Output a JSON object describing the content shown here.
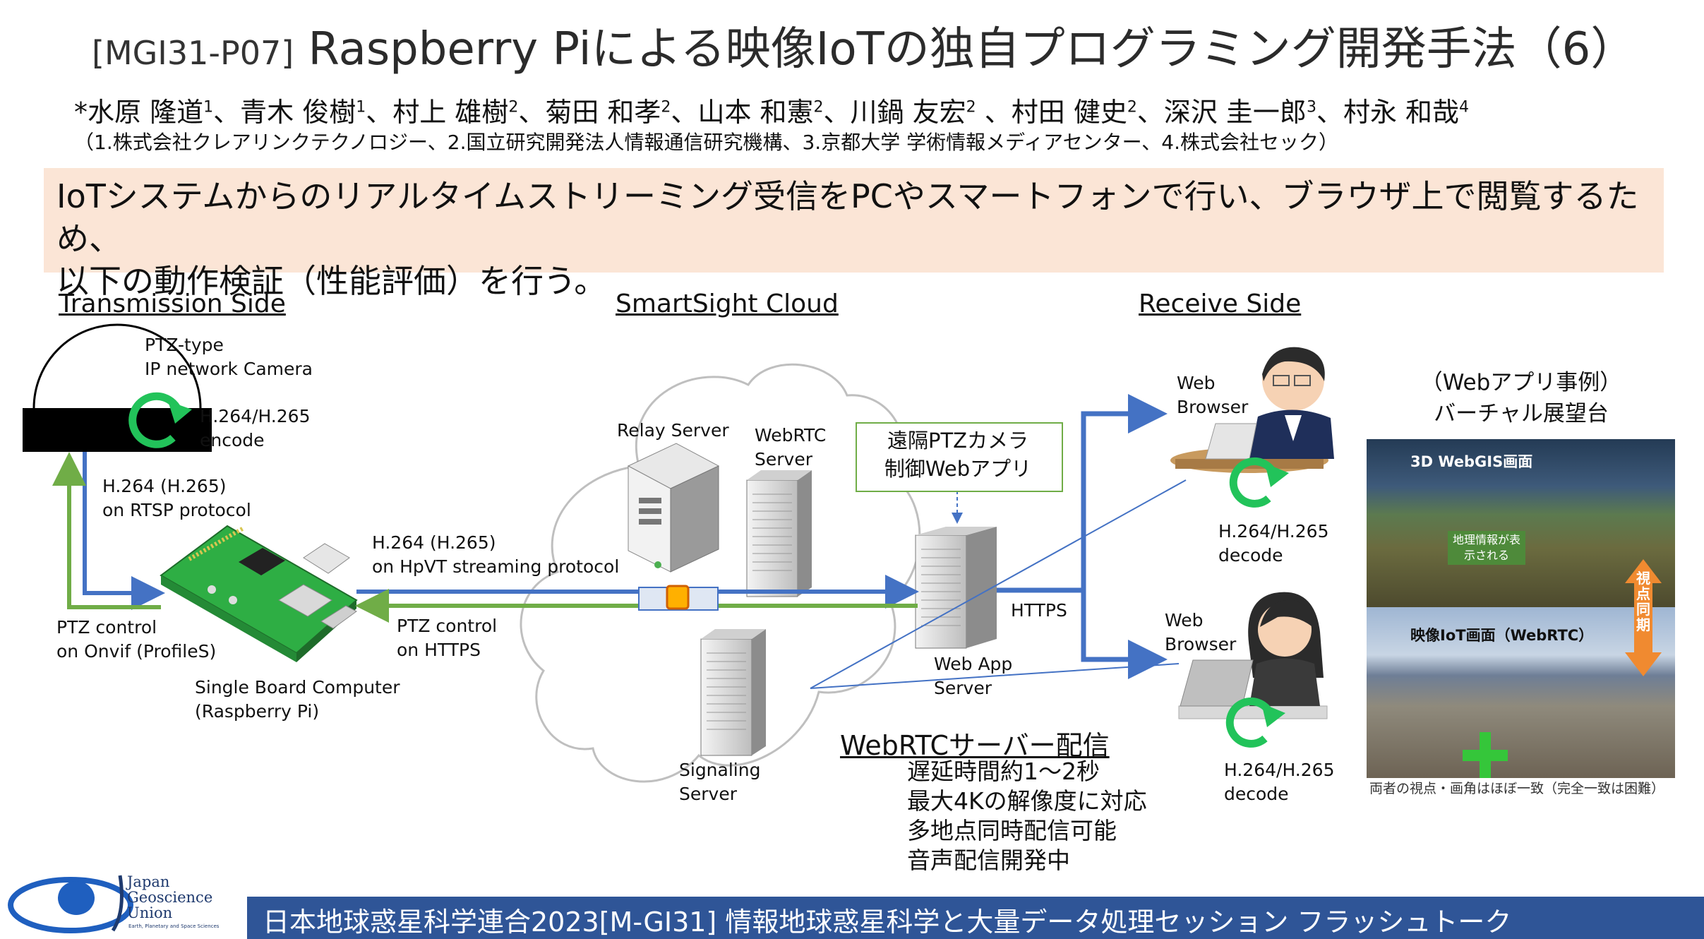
{
  "header": {
    "code": "[MGI31-P07]",
    "title": "Raspberry Piによる映像IoTの独自プログラミング開発手法（6）"
  },
  "authors": [
    {
      "name": "*水原 隆道",
      "sup": "1",
      "sep": "、"
    },
    {
      "name": "青木 俊樹",
      "sup": "1",
      "sep": "、"
    },
    {
      "name": "村上 雄樹",
      "sup": "2",
      "sep": "、"
    },
    {
      "name": "菊田 和孝",
      "sup": "2",
      "sep": "、"
    },
    {
      "name": "山本 和憲",
      "sup": "2",
      "sep": "、"
    },
    {
      "name": "川鍋 友宏",
      "sup": "2",
      "sep": " 、"
    },
    {
      "name": "村田 健史",
      "sup": "2",
      "sep": "、"
    },
    {
      "name": "深沢 圭一郎",
      "sup": "3",
      "sep": "、"
    },
    {
      "name": "村永 和哉",
      "sup": "4",
      "sep": ""
    }
  ],
  "affiliations": "（1.株式会社クレアリンクテクノロジー、2.国立研究開発法人情報通信研究機構、3.京都大学 学術情報メディアセンター、4.株式会社セック）",
  "banner": {
    "line1": "IoTシステムからのリアルタイムストリーミング受信をPCやスマートフォンで行い、ブラウザ上で閲覧するため、",
    "line2": "以下の動作検証（性能評価）を行う。"
  },
  "sections": {
    "transmission": "Transmission Side",
    "cloud": "SmartSight Cloud",
    "receive": "Receive Side"
  },
  "diagram": {
    "camera_line1": "PTZ-type",
    "camera_line2": "IP network Camera",
    "encode_line1": "H.264/H.265",
    "encode_line2": "encode",
    "rtsp_line1": "H.264 (H.265)",
    "rtsp_line2": "on RTSP protocol",
    "onvif_line1": "PTZ control",
    "onvif_line2": "on Onvif (ProfileS)",
    "sbc_line1": "Single Board Computer",
    "sbc_line2": "(Raspberry Pi)",
    "hpvt_line1": "H.264 (H.265)",
    "hpvt_line2": "on HpVT streaming protocol",
    "https_ctrl_line1": "PTZ control",
    "https_ctrl_line2": "on HTTPS",
    "relay_server": "Relay Server",
    "webrtc_line1": "WebRTC",
    "webrtc_line2": "Server",
    "signaling_line1": "Signaling",
    "signaling_line2": "Server",
    "remote_line1": "遠隔PTZカメラ",
    "remote_line2": "制御Webアプリ",
    "webapp_line1": "Web App",
    "webapp_line2": "Server",
    "https": "HTTPS",
    "browser1_line1": "Web",
    "browser1_line2": "Browser",
    "decode1_line1": "H.264/H.265",
    "decode1_line2": "decode",
    "browser2_line1": "Web",
    "browser2_line2": "Browser",
    "decode2_line1": "H.264/H.265",
    "decode2_line2": "decode"
  },
  "webrtc_delivery": {
    "heading": "WebRTCサーバー配信",
    "items": [
      "遅延時間約1～2秒",
      "最大4Kの解像度に対応",
      "多地点同時配信可能",
      "音声配信開発中"
    ]
  },
  "example": {
    "line1": "（Webアプリ事例）",
    "line2": "バーチャル展望台",
    "label_top": "3D WebGIS画面",
    "label_bottom": "映像IoT画面（WebRTC）",
    "note": "地理情報が表示される",
    "sync_label": "視点同期",
    "caption": "両者の視点・画角はほぼ一致（完全一致は困難）"
  },
  "footer": {
    "text": "日本地球惑星科学連合2023[M-GI31] 情報地球惑星科学と大量データ処理セッション フラッシュトーク"
  },
  "logo": {
    "line1": "Japan",
    "line2": "Geoscience",
    "line3": "Union",
    "tagline": "Earth, Planetary and Space Sciences"
  },
  "colors": {
    "stream_blue": "#4472c4",
    "control_green": "#70ad47",
    "banner_bg": "#fbe5d6",
    "footer_bg": "#2f5597",
    "refresh_green": "#22c35a"
  }
}
